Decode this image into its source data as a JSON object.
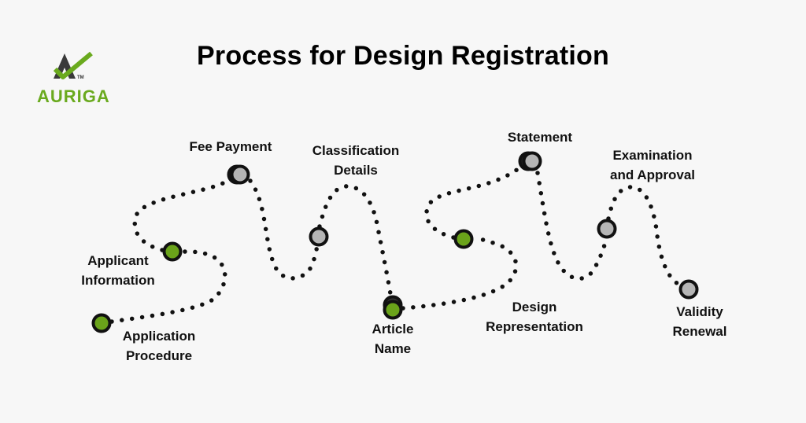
{
  "title": "Process for Design Registration",
  "logo": {
    "brand": "AURIGA",
    "trademark": "TM",
    "icon": "a-checkmark-logo-icon",
    "colors": {
      "brand_green": "#6aaa1e",
      "mark_dark": "#3a3a3a"
    }
  },
  "colors": {
    "background": "#f7f7f7",
    "node_green": "#6aa31a",
    "node_gray": "#b5b5b5",
    "outline": "#111111",
    "dots": "#111111"
  },
  "steps": [
    {
      "id": "application-procedure",
      "line1": "Application",
      "line2": "Procedure",
      "node_color": "green"
    },
    {
      "id": "applicant-information",
      "line1": "Applicant",
      "line2": "Information",
      "node_color": "green"
    },
    {
      "id": "fee-payment",
      "line1": "Fee Payment",
      "line2": "",
      "node_color": "gray"
    },
    {
      "id": "classification-details",
      "line1": "Classification",
      "line2": "Details",
      "node_color": "gray"
    },
    {
      "id": "article-name",
      "line1": "Article",
      "line2": "Name",
      "node_color": "green"
    },
    {
      "id": "design-representation",
      "line1": "Design",
      "line2": "Representation",
      "node_color": "green"
    },
    {
      "id": "statement",
      "line1": "Statement",
      "line2": "",
      "node_color": "gray"
    },
    {
      "id": "examination-and-approval",
      "line1": "Examination",
      "line2": "and Approval",
      "node_color": "gray"
    },
    {
      "id": "validity-renewal",
      "line1": "Validity",
      "line2": "Renewal",
      "node_color": "gray"
    }
  ]
}
